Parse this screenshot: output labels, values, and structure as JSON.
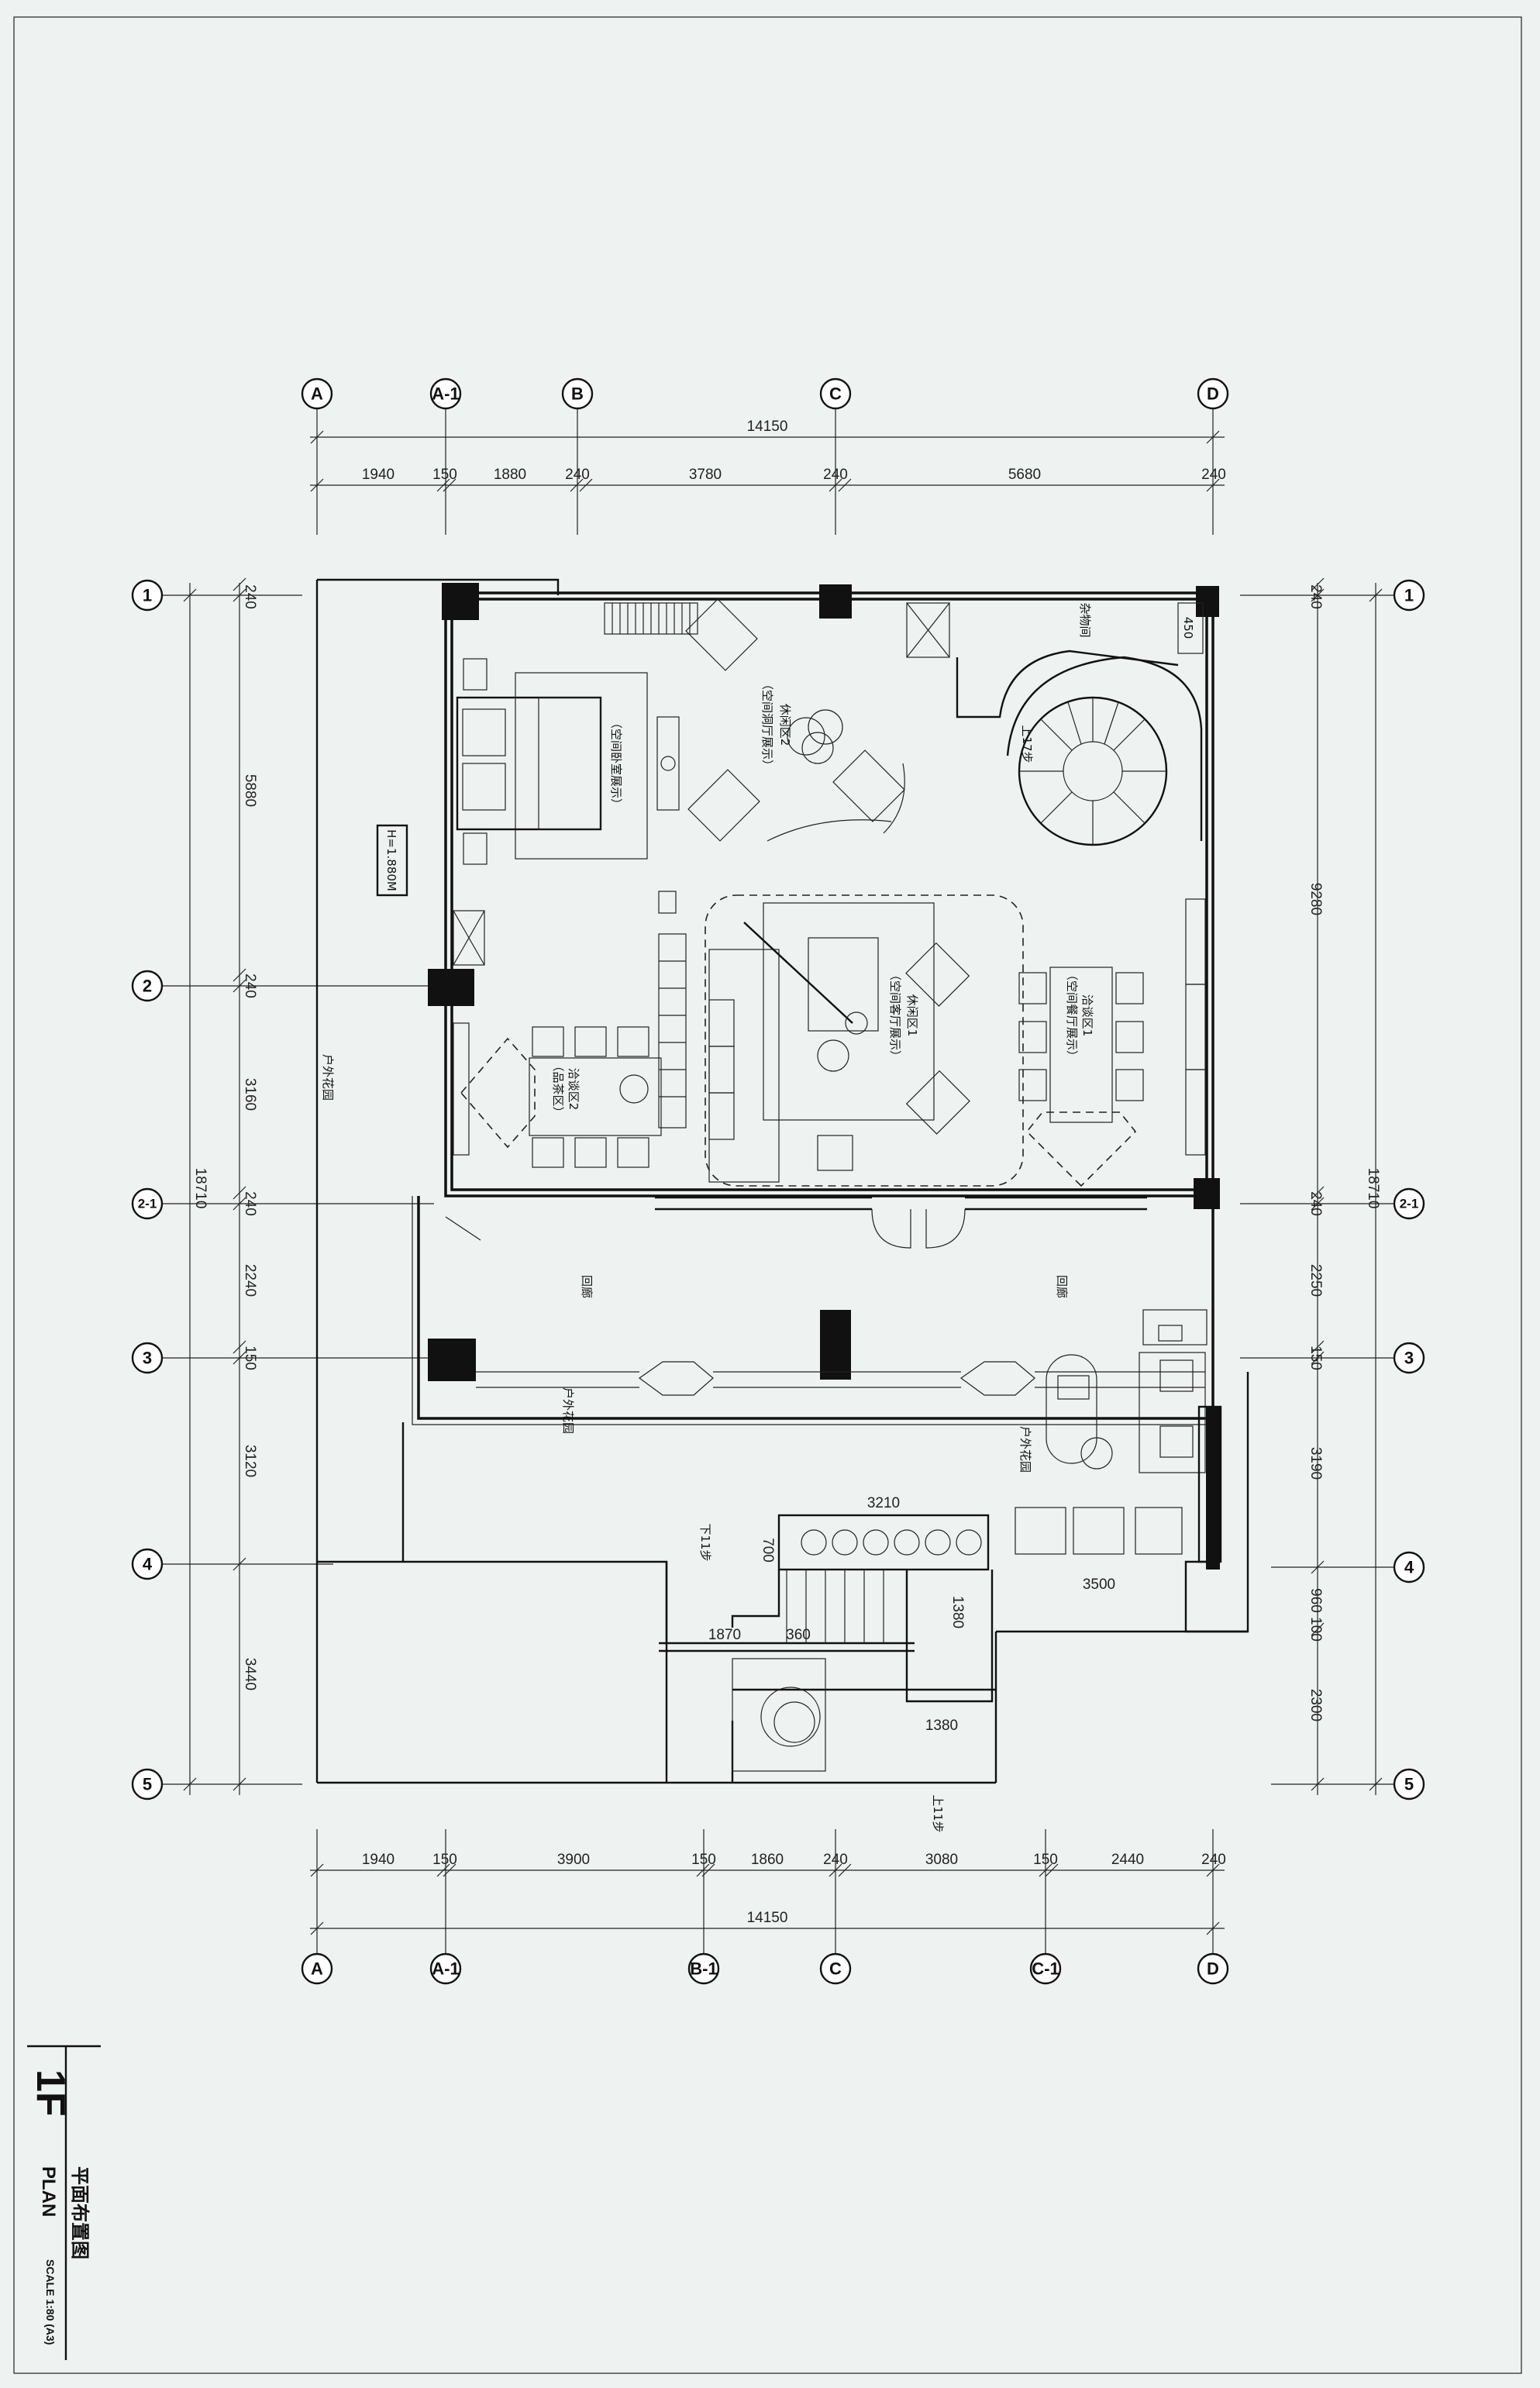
{
  "grid_top": [
    {
      "id": "gt-A",
      "label": "A"
    },
    {
      "id": "gt-A1",
      "label": "A-1"
    },
    {
      "id": "gt-B",
      "label": "B"
    },
    {
      "id": "gt-C",
      "label": "C"
    },
    {
      "id": "gt-D",
      "label": "D"
    }
  ],
  "grid_bottom": [
    {
      "id": "gb-A",
      "label": "A"
    },
    {
      "id": "gb-A1",
      "label": "A-1"
    },
    {
      "id": "gb-B1",
      "label": "B-1"
    },
    {
      "id": "gb-C",
      "label": "C"
    },
    {
      "id": "gb-C1",
      "label": "C-1"
    },
    {
      "id": "gb-D",
      "label": "D"
    }
  ],
  "grid_rows": [
    "1",
    "2",
    "2-1",
    "3",
    "4",
    "5"
  ],
  "dims_top_total": "14150",
  "dims_top": [
    "1940",
    "150",
    "1880",
    "240",
    "3780",
    "240",
    "5680",
    "240"
  ],
  "dims_bottom_total": "14150",
  "dims_bottom": [
    "1940",
    "150",
    "3900",
    "150",
    "1860",
    "240",
    "3080",
    "150",
    "2440",
    "240"
  ],
  "dims_left_total": "18710",
  "dims_left": [
    "240",
    "5880",
    "240",
    "3160",
    "240",
    "2240",
    "150",
    "3120",
    "3440"
  ],
  "dims_right_total": "18710",
  "dims_right": [
    "240",
    "9280",
    "240",
    "2250",
    "150",
    "3190",
    "960",
    "100",
    "2300"
  ],
  "rooms": {
    "leisure2": "休闲区2",
    "leisure2_sub": "（空间洞厅展示）",
    "bedroom_sub": "（空间卧室展示）",
    "storage": "杂物间",
    "stair_up": "上17步",
    "leisure1": "休闲区1",
    "leisure1_sub": "（空间客厅展示）",
    "negotiation1": "洽谈区1",
    "negotiation1_sub": "（空间餐厅展示）",
    "negotiation2": "洽谈区2",
    "negotiation2_sub": "（品茶区）",
    "garden_left": "户外花园",
    "corridor_left": "回廊",
    "corridor_right": "回廊",
    "garden_mid": "户外花园",
    "garden_right": "户外花园",
    "height_mark": "H=1.880M",
    "steps_down": "下11步",
    "steps_up": "上11步",
    "dim_3210": "3210",
    "dim_3500": "3500",
    "dim_1870": "1870",
    "dim_1380a": "1380",
    "dim_1380b": "1380",
    "dim_700": "700",
    "dim_360": "360",
    "dim_450": "450"
  },
  "title_block": {
    "floor": "1F",
    "plan": "PLAN",
    "name": "平面布置图",
    "scale": "SCALE 1:80 (A3)"
  }
}
